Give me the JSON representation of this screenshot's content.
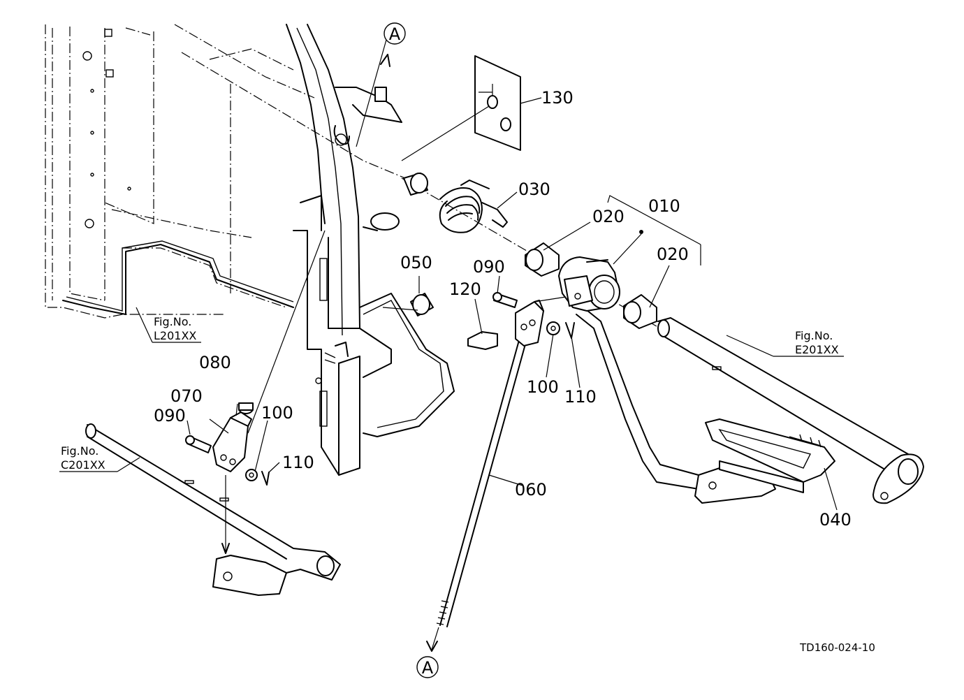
{
  "callouts": {
    "p010": "010",
    "p020a": "020",
    "p020b": "020",
    "p030": "030",
    "p040": "040",
    "p050": "050",
    "p060": "060",
    "p070": "070",
    "p080": "080",
    "p090a": "090",
    "p090b": "090",
    "p100a": "100",
    "p100b": "100",
    "p110a": "110",
    "p110b": "110",
    "p120": "120",
    "p130": "130"
  },
  "refs": {
    "l201_top": "Fig.No.",
    "l201_bot": "L201XX",
    "c201_top": "Fig.No.",
    "c201_bot": "C201XX",
    "e201_top": "Fig.No.",
    "e201_bot": "E201XX"
  },
  "markers": {
    "top": "A",
    "bottom": "A"
  },
  "drawing_code": "TD160-024-10"
}
